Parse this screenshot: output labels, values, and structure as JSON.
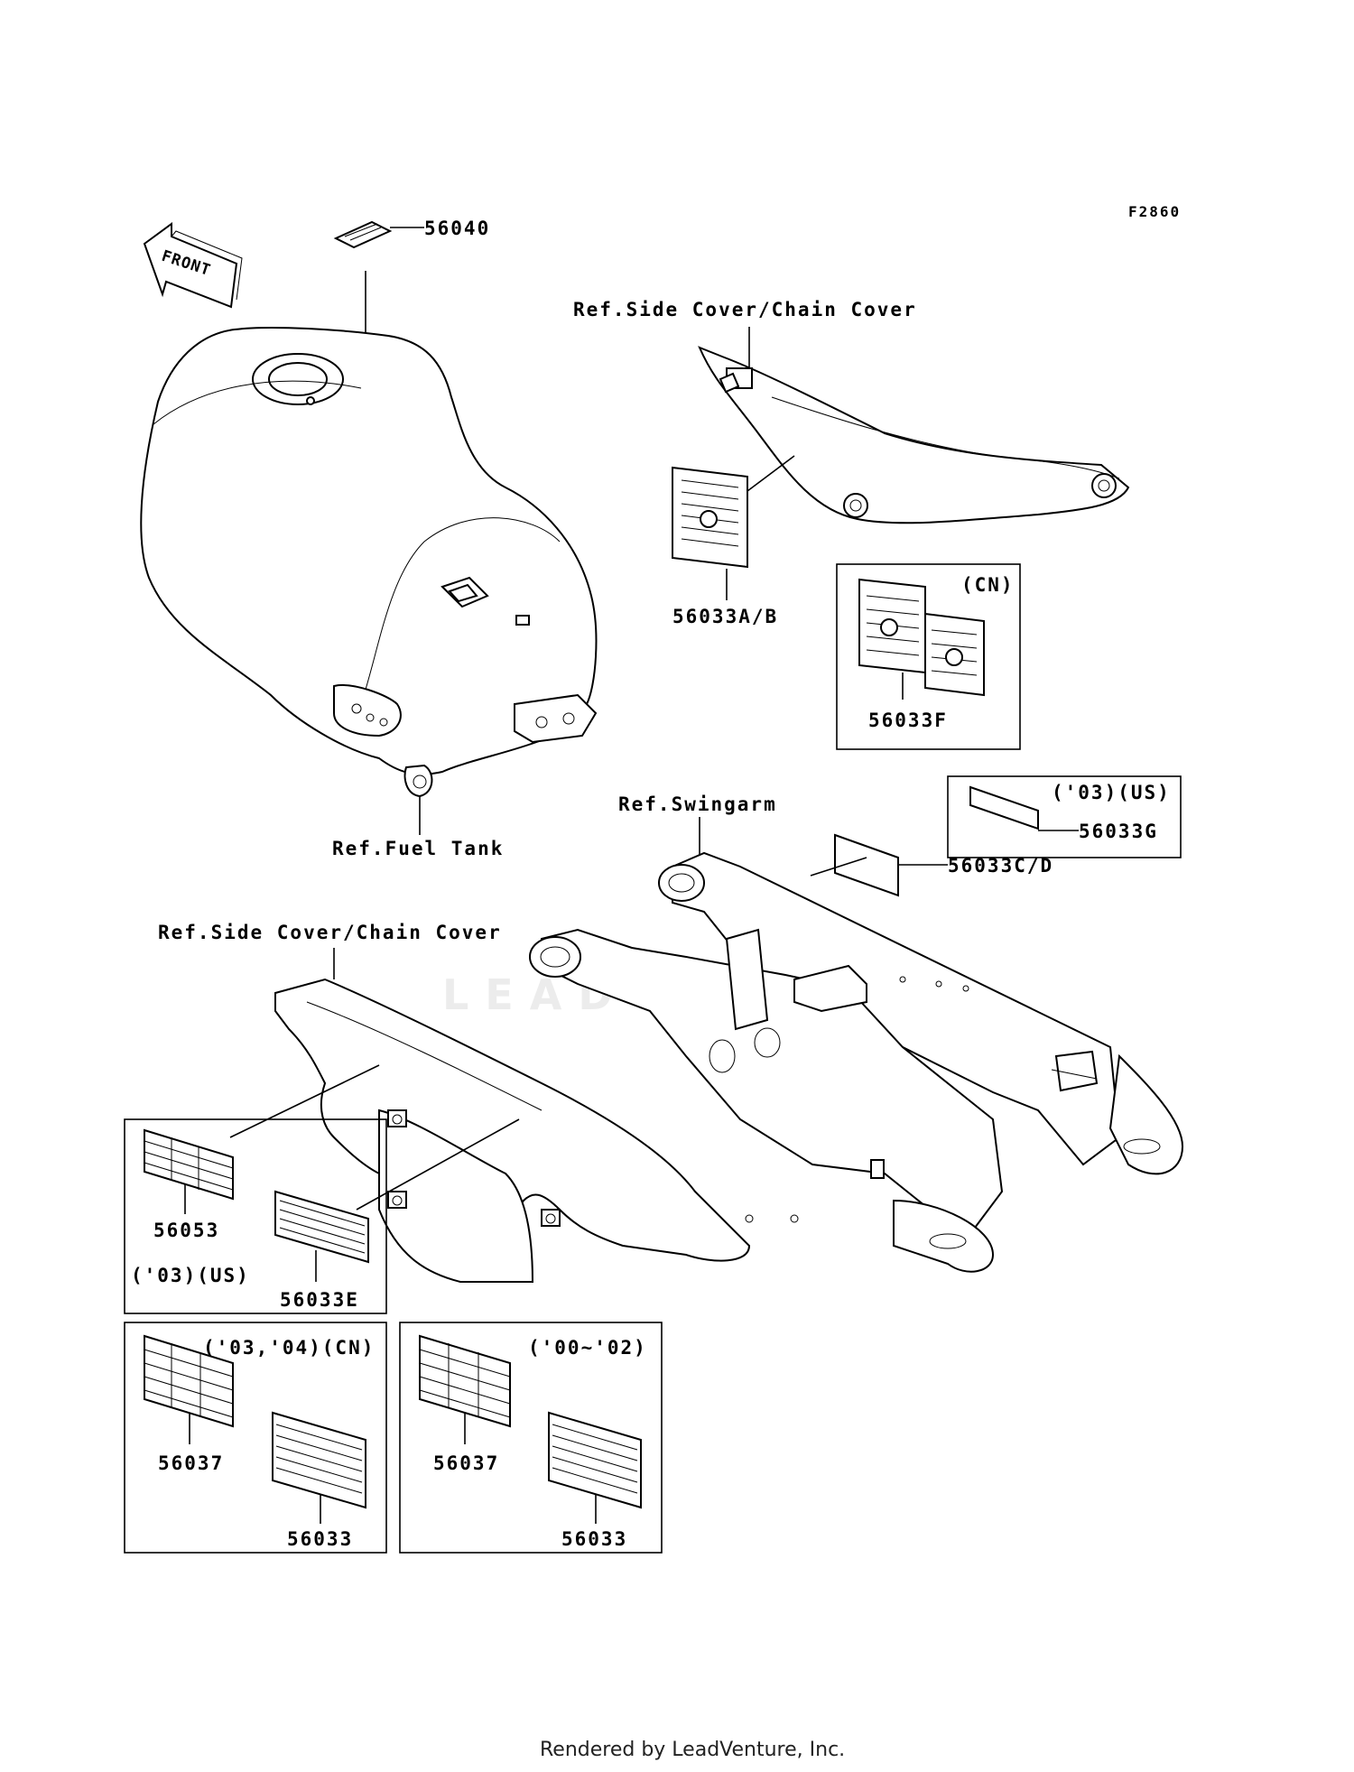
{
  "diagram_code": "F2860",
  "front_label": "FRONT",
  "labels": {
    "p56040": "56040",
    "ref_side_cover_top": "Ref.Side Cover/Chain Cover",
    "p56033ab": "56033A/B",
    "cn_tag": "(CN)",
    "p56033f": "56033F",
    "ref_fuel_tank": "Ref.Fuel Tank",
    "ref_swingarm": "Ref.Swingarm",
    "us03_tag_top": "('03)(US)",
    "p56033g": "56033G",
    "p56033cd": "56033C/D",
    "ref_side_cover_bottom": "Ref.Side Cover/Chain Cover",
    "p56053": "56053",
    "us03_tag_box": "('03)(US)",
    "p56033e": "56033E",
    "cn0304_tag": "('03,'04)(CN)",
    "p56037_left": "56037",
    "p56033_left": "56033",
    "y0002_tag": "('00~'02)",
    "p56037_right": "56037",
    "p56033_right": "56033"
  },
  "watermark": "LEADVENTURE",
  "footer": "Rendered by LeadVenture, Inc."
}
